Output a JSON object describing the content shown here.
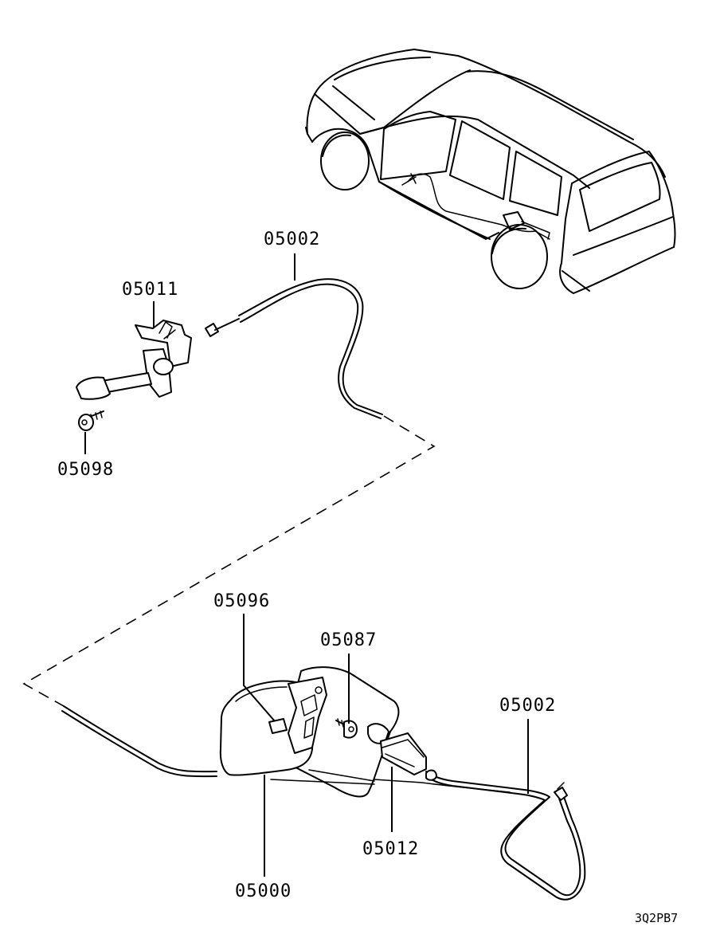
{
  "labels": {
    "fuel_lid_cable_upper": "05002",
    "fuel_lid_opener_lever": "05011",
    "opener_lever_bolt": "05098",
    "fuel_lid_striker": "05096",
    "fuel_lid_screw": "05087",
    "fuel_lid_cable_lower": "05002",
    "fuel_lid_lock_actuator": "05012",
    "fuel_lid_panel": "05000"
  },
  "diagram_code": "3Q2PB7"
}
